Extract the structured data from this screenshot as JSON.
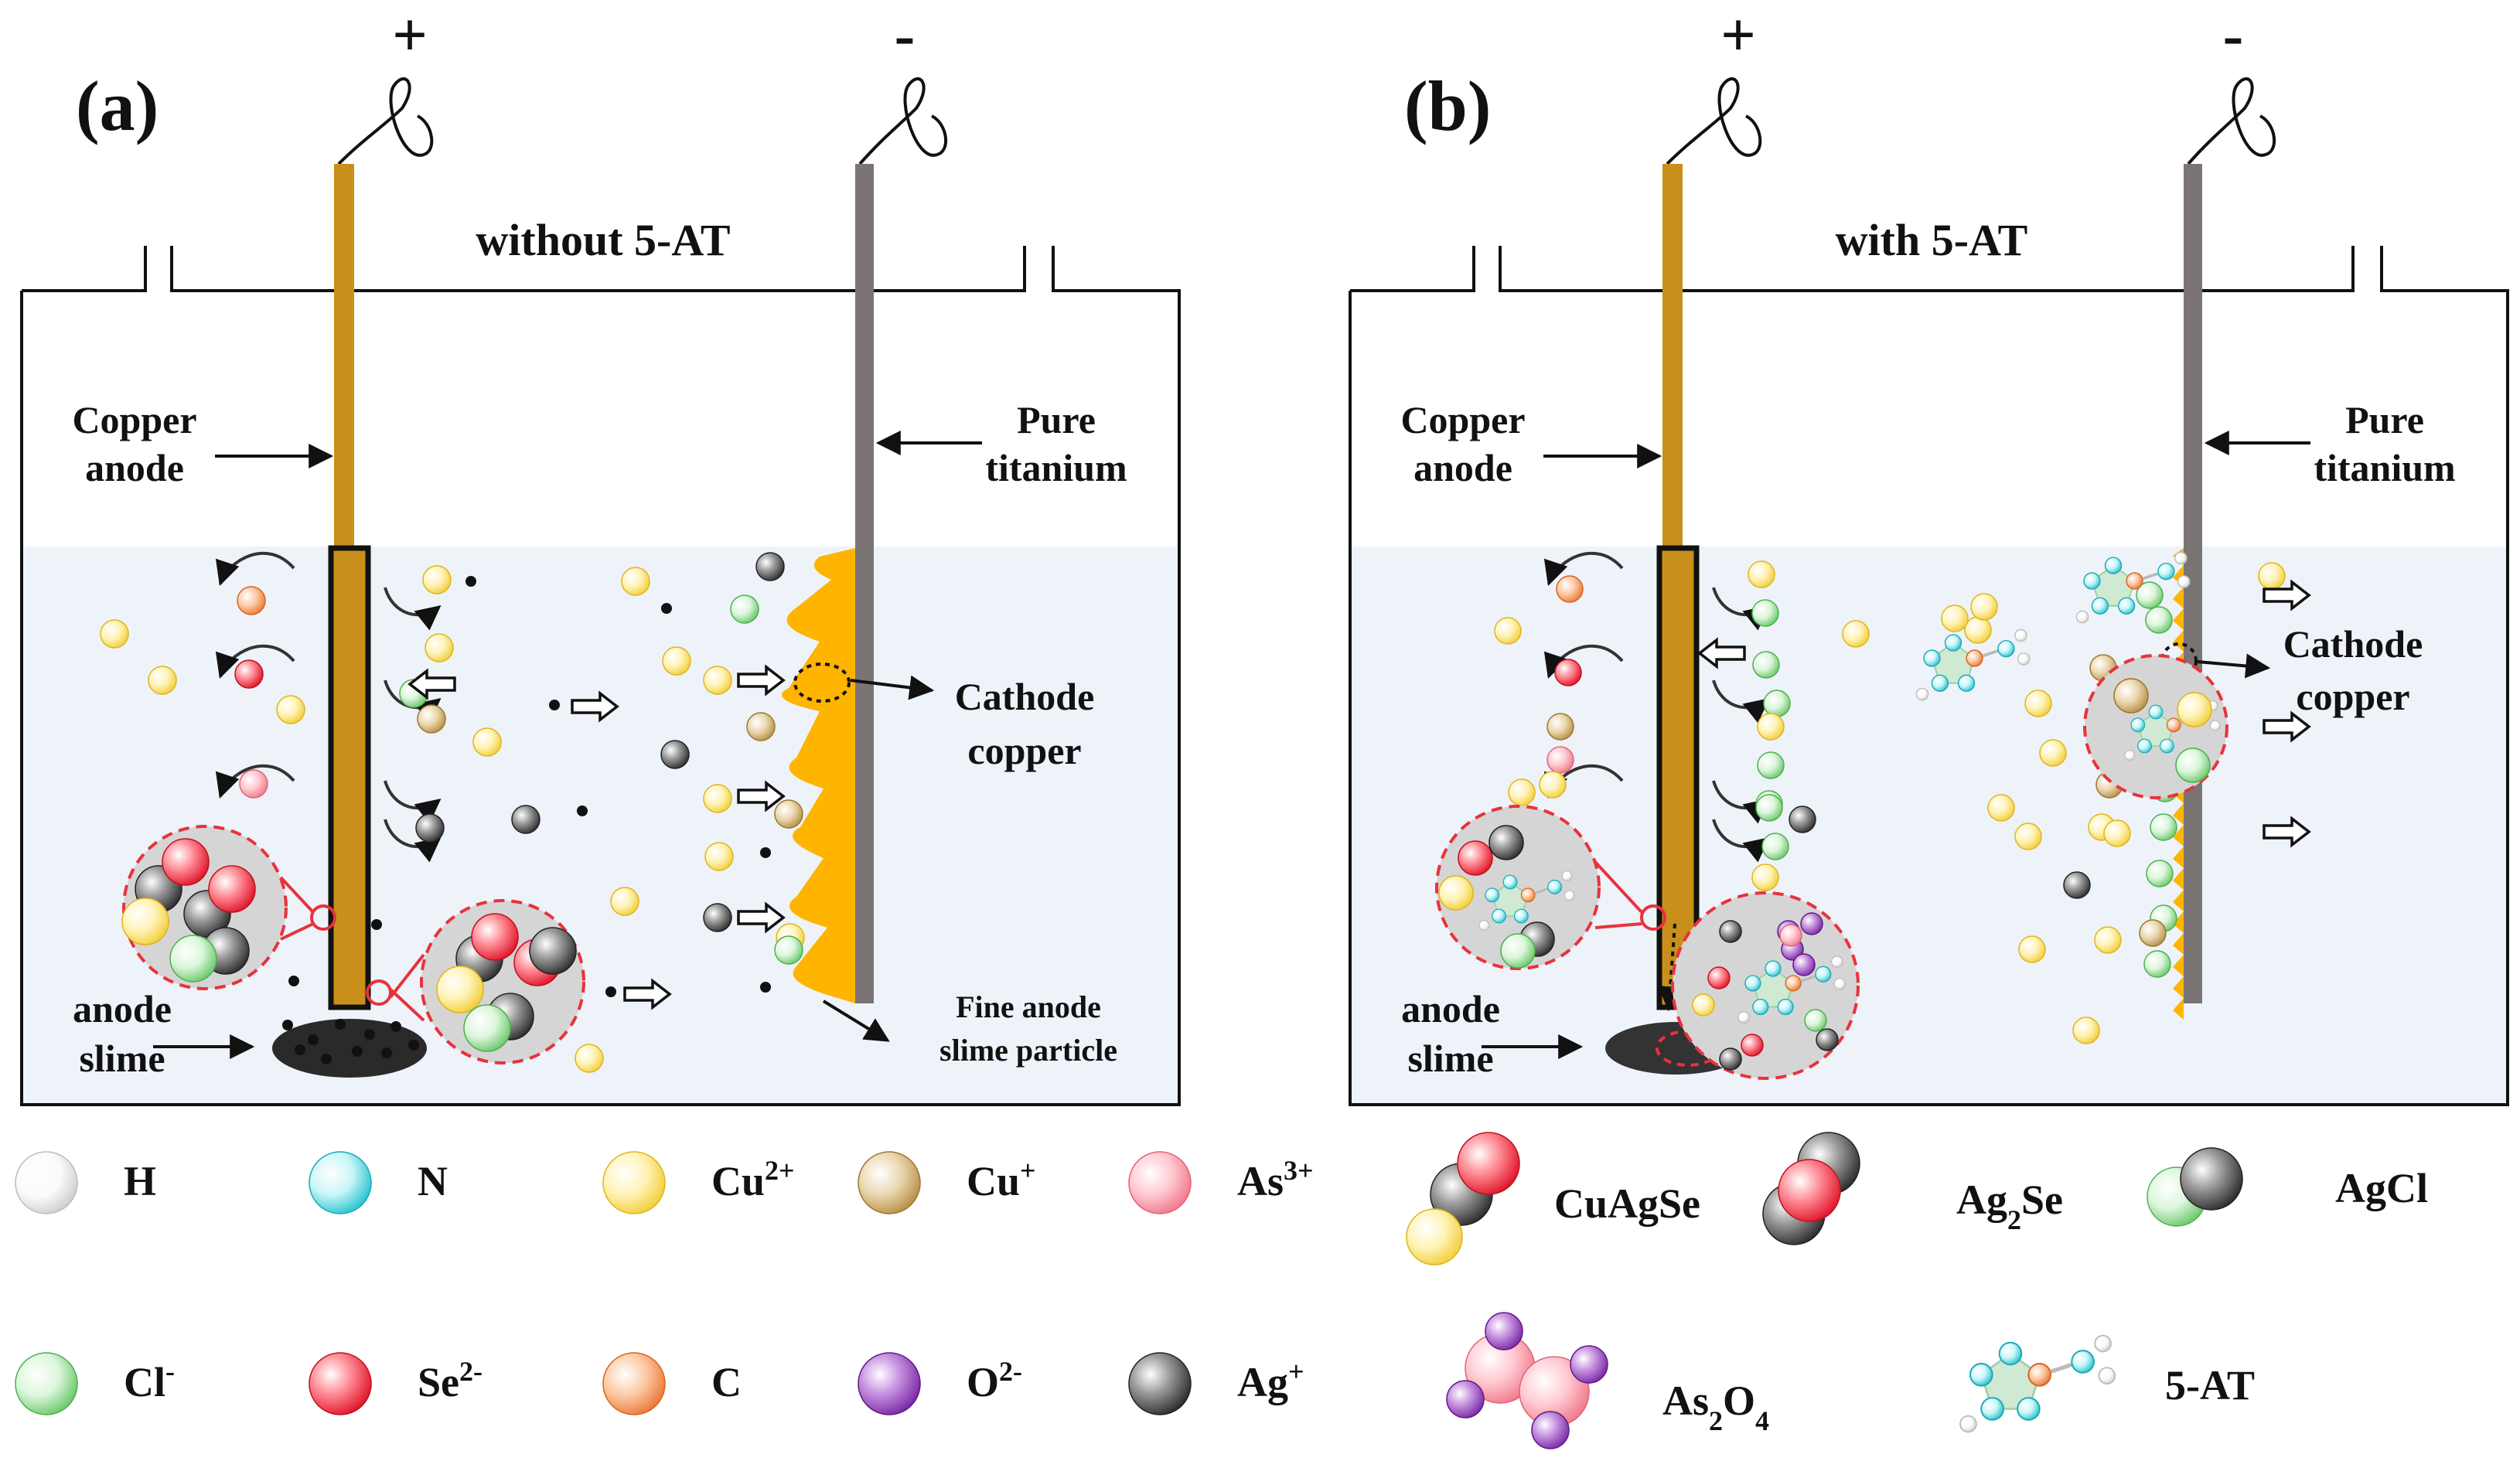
{
  "panels": [
    {
      "letter": "(a)",
      "caption": "without 5-AT",
      "anode_plus": "+",
      "cathode_minus": "-",
      "anode_label": [
        "Copper",
        "anode"
      ],
      "cathode_label": [
        "Pure",
        "titanium"
      ],
      "deposit_label": [
        "Cathode",
        "copper"
      ],
      "slime_label": [
        "anode",
        "slime"
      ],
      "fine_particle_label": [
        "Fine anode",
        "slime particle"
      ]
    },
    {
      "letter": "(b)",
      "caption": "with 5-AT",
      "anode_plus": "+",
      "cathode_minus": "-",
      "anode_label": [
        "Copper",
        "anode"
      ],
      "cathode_label": [
        "Pure",
        "titanium"
      ],
      "deposit_label": [
        "Cathode",
        "copper"
      ],
      "slime_label": [
        "anode",
        "slime"
      ]
    }
  ],
  "legend": {
    "row1": [
      {
        "symbol": "H",
        "color": "#e4e4e4"
      },
      {
        "symbol": "N",
        "color": "#3fd3dc"
      },
      {
        "symbol": "Cu",
        "sup": "2+",
        "color": "#f7dc6a"
      },
      {
        "symbol": "Cu",
        "sup": "+",
        "color": "#c9a96a"
      },
      {
        "symbol": "As",
        "sup": "3+",
        "color": "#f58a9a"
      }
    ],
    "row2": [
      {
        "symbol": "Cl",
        "sup": "-",
        "color": "#8ed98e"
      },
      {
        "symbol": "Se",
        "sup": "2-",
        "color": "#ef3b4c"
      },
      {
        "symbol": "C",
        "color": "#f29a60"
      },
      {
        "symbol": "O",
        "sup": "2-",
        "color": "#9b45c4"
      },
      {
        "symbol": "Ag",
        "sup": "+",
        "color": "#5a5a5a"
      }
    ],
    "compounds": [
      {
        "name": "CuAgSe"
      },
      {
        "name": "Ag",
        "sub": "2",
        "name2": "Se"
      },
      {
        "name": "AgCl"
      },
      {
        "name": "As",
        "sub": "2",
        "name2": "O",
        "sub2": "4"
      },
      {
        "name": "5-AT"
      }
    ]
  },
  "colors": {
    "anode": "#c8901a",
    "cathode_rod": "#7a7574",
    "deposit": "#ffb400",
    "electrolyte": "#eef3f9",
    "zoom_ring": "#e8323c"
  }
}
